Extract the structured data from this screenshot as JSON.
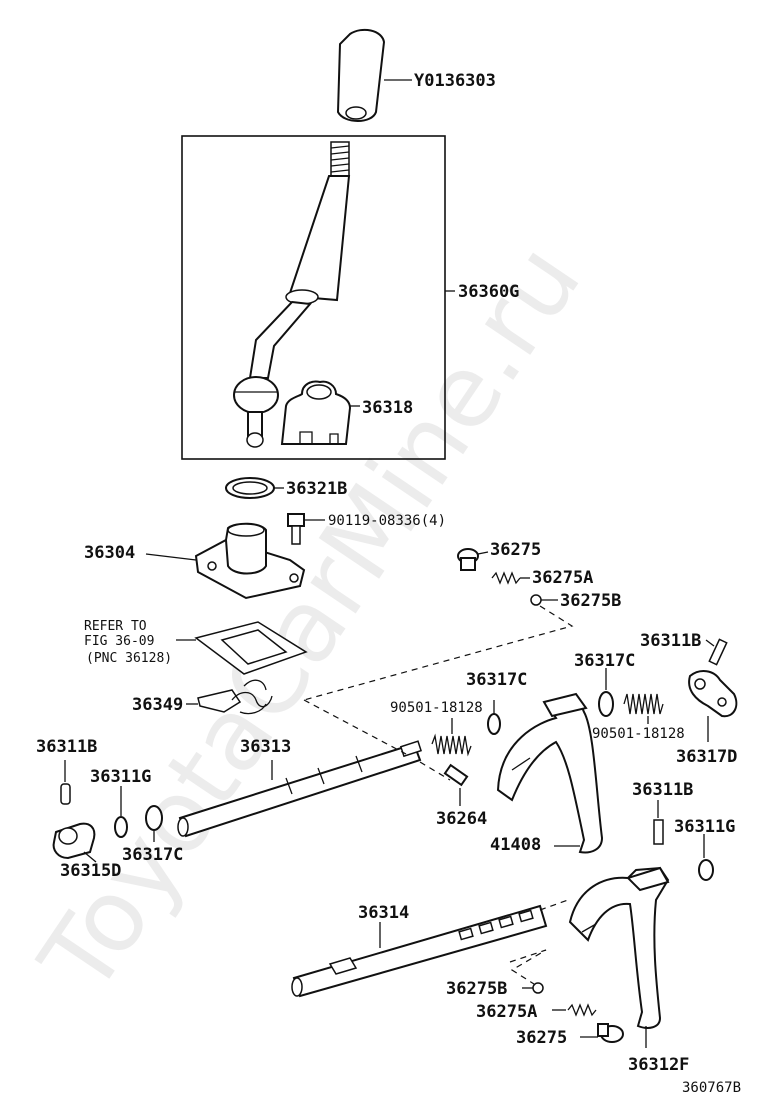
{
  "watermark": "ToyotaCarMine.ru",
  "figure_code": "360767B",
  "parts": {
    "knob": "Y0136303",
    "lever_assy": "36360G",
    "boot": "36318",
    "snap_ring": "36321B",
    "retainer": "36304",
    "bolt": "90119-08336(4)",
    "plug_top": "36275",
    "spring_top": "36275A",
    "ball_top": "36275B",
    "refer_line1": "REFER TO",
    "refer_line2": "FIG 36-09",
    "refer_line3": "(PNC 36128)",
    "pin_right_top": "36311B",
    "washer_right": "36317C",
    "washer_mid": "36317C",
    "spring_mid": "90501-18128",
    "spring_right": "90501-18128",
    "head_right": "36317D",
    "spring_plate": "36349",
    "shaft_upper": "36313",
    "pin_left": "36311B",
    "ring_left": "36311G",
    "head_left": "36315D",
    "washer_left": "36317C",
    "interlock": "36264",
    "fork_upper": "41408",
    "pin_right_lower": "36311B",
    "ring_right_lower": "36311G",
    "shaft_lower": "36314",
    "ball_bottom": "36275B",
    "spring_bottom": "36275A",
    "plug_bottom": "36275",
    "fork_lower": "36312F"
  }
}
